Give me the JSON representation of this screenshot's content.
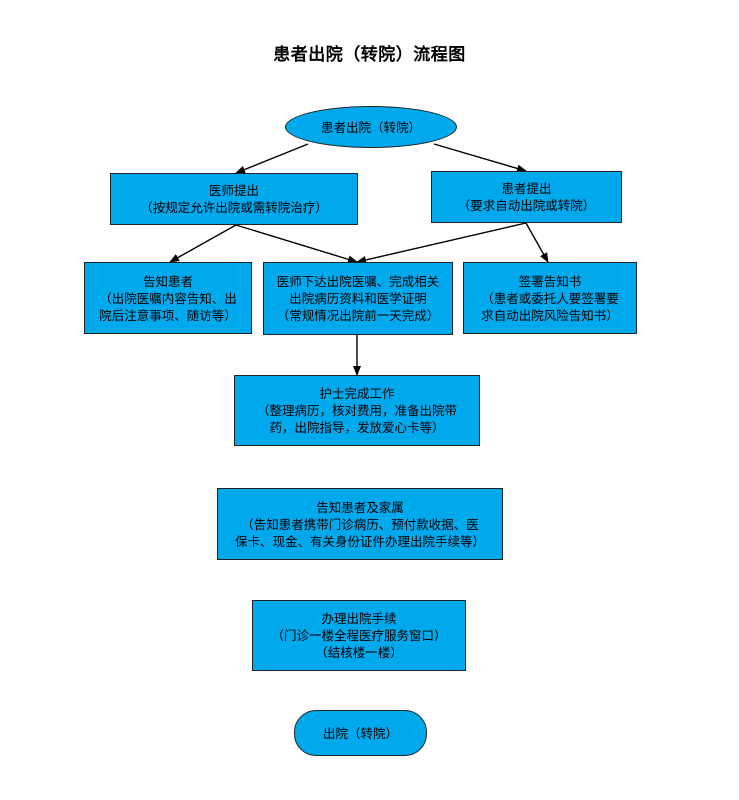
{
  "title": "患者出院（转院）流程图",
  "colors": {
    "node_fill": "#00a8ec",
    "border": "#222222",
    "arrow": "#000000"
  },
  "nodes": {
    "start": {
      "label": "患者出院（转院）"
    },
    "doctor": {
      "title": "医师提出",
      "detail": "（按规定允许出院或需转院治疗）"
    },
    "patient": {
      "title": "患者提出",
      "detail": "（要求自动出院或转院）"
    },
    "inform_patient": {
      "title": "告知患者",
      "line1": "（出院医嘱内容告知、出",
      "line2": "院后注意事项、随访等）"
    },
    "doctor_orders": {
      "line1": "医师下达出院医嘱、完成相关",
      "line2": "出院病历资料和医学证明",
      "line3": "（常规情况出院前一天完成）"
    },
    "sign": {
      "title": "签署告知书",
      "line1": "（患者或委托人要签署要",
      "line2": "求自动出院风险告知书）"
    },
    "nurse": {
      "title": "护士完成工作",
      "line1": "（整理病历，核对费用，准备出院带",
      "line2": "药，出院指导，发放爱心卡等）"
    },
    "inform_family": {
      "title": "告知患者及家属",
      "line1": "（告知患者携带门诊病历、预付款收据、医",
      "line2": "保卡、现金、有关身份证件办理出院手续等）"
    },
    "procedure": {
      "title": "办理出院手续",
      "line1": "（门诊一楼全程医疗服务窗口）",
      "line2": "（结核楼一楼）"
    },
    "end": {
      "label": "出院（转院）"
    }
  }
}
